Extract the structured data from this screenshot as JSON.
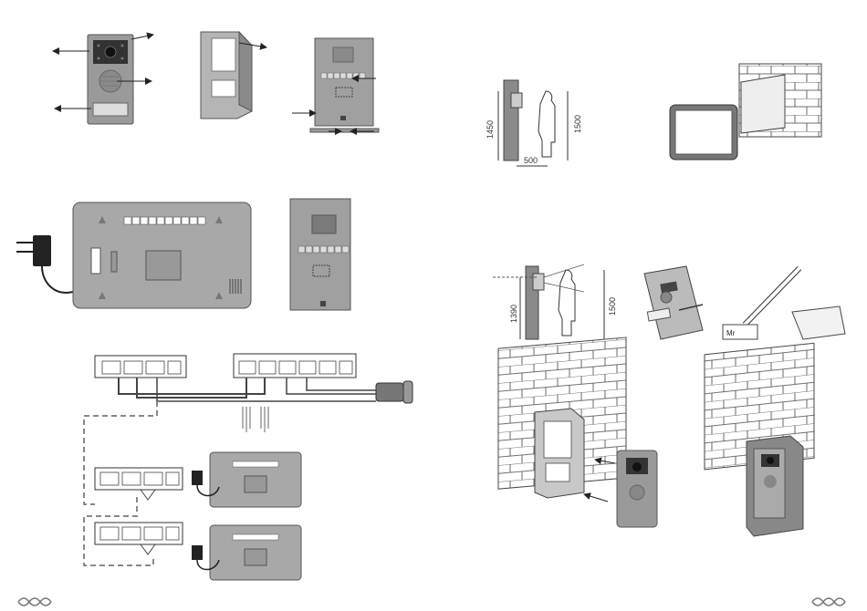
{
  "page": {
    "layout": "two-page manual spread (installation illustrations)",
    "colors": {
      "panel": "#9a9a9a",
      "panel_dark": "#6e6e6e",
      "monitor": "#a8a8a8",
      "line": "#222222",
      "dash": "#888888"
    }
  },
  "dimensions": {
    "top_height_left": "1450",
    "top_height_right": "1500",
    "top_distance": "500",
    "bottom_height_left": "1390",
    "bottom_height_right": "1500"
  },
  "labels": {
    "nameplate": "Mr"
  },
  "terminal_blocks": {
    "main_monitor": [
      "",
      "",
      "",
      ""
    ],
    "outdoor_unit": [
      "",
      "",
      "",
      "",
      "",
      ""
    ],
    "extension_1": [
      "",
      "",
      "",
      ""
    ],
    "extension_2": [
      "",
      "",
      "",
      ""
    ]
  },
  "footer": {
    "left_icon": "logo-ornament-icon",
    "right_icon": "logo-ornament-icon"
  }
}
